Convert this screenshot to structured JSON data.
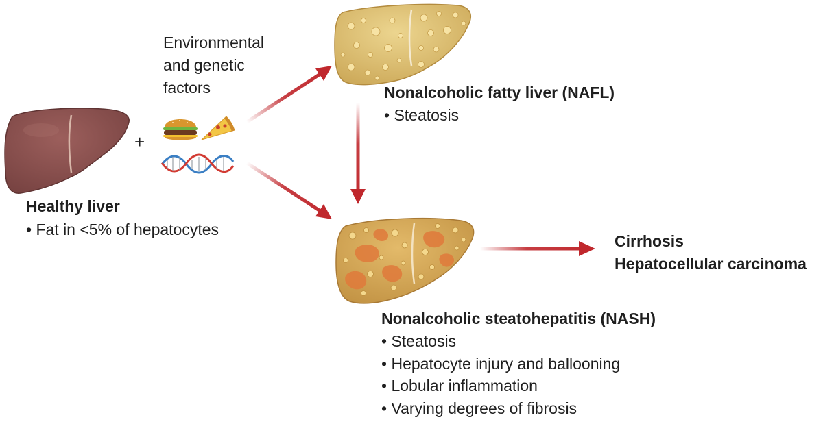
{
  "factors": {
    "lines": [
      "Environmental",
      "and genetic",
      "factors"
    ],
    "plus": "+",
    "icons": [
      "burger-icon",
      "pizza-icon",
      "dna-icon"
    ]
  },
  "healthy": {
    "title": "Healthy liver",
    "bullet": "Fat in <5% of hepatocytes"
  },
  "nafl": {
    "title": "Nonalcoholic fatty liver (NAFL)",
    "bullet": "Steatosis"
  },
  "nash": {
    "title": "Nonalcoholic steatohepatitis (NASH)",
    "bullets": [
      "Steatosis",
      "Hepatocyte injury and ballooning",
      "Lobular inflammation",
      "Varying degrees of fibrosis"
    ]
  },
  "outcome": {
    "lines": [
      "Cirrhosis",
      "Hepatocellular carcinoma"
    ]
  },
  "colors": {
    "arrow": "#c0282d",
    "healthy_liver": "#8a4e4c",
    "fatty_liver": "#e4c77a",
    "fat_droplet": "#f3d890",
    "nash_liver": "#d9ae5e",
    "nash_patch": "#e0773a"
  }
}
